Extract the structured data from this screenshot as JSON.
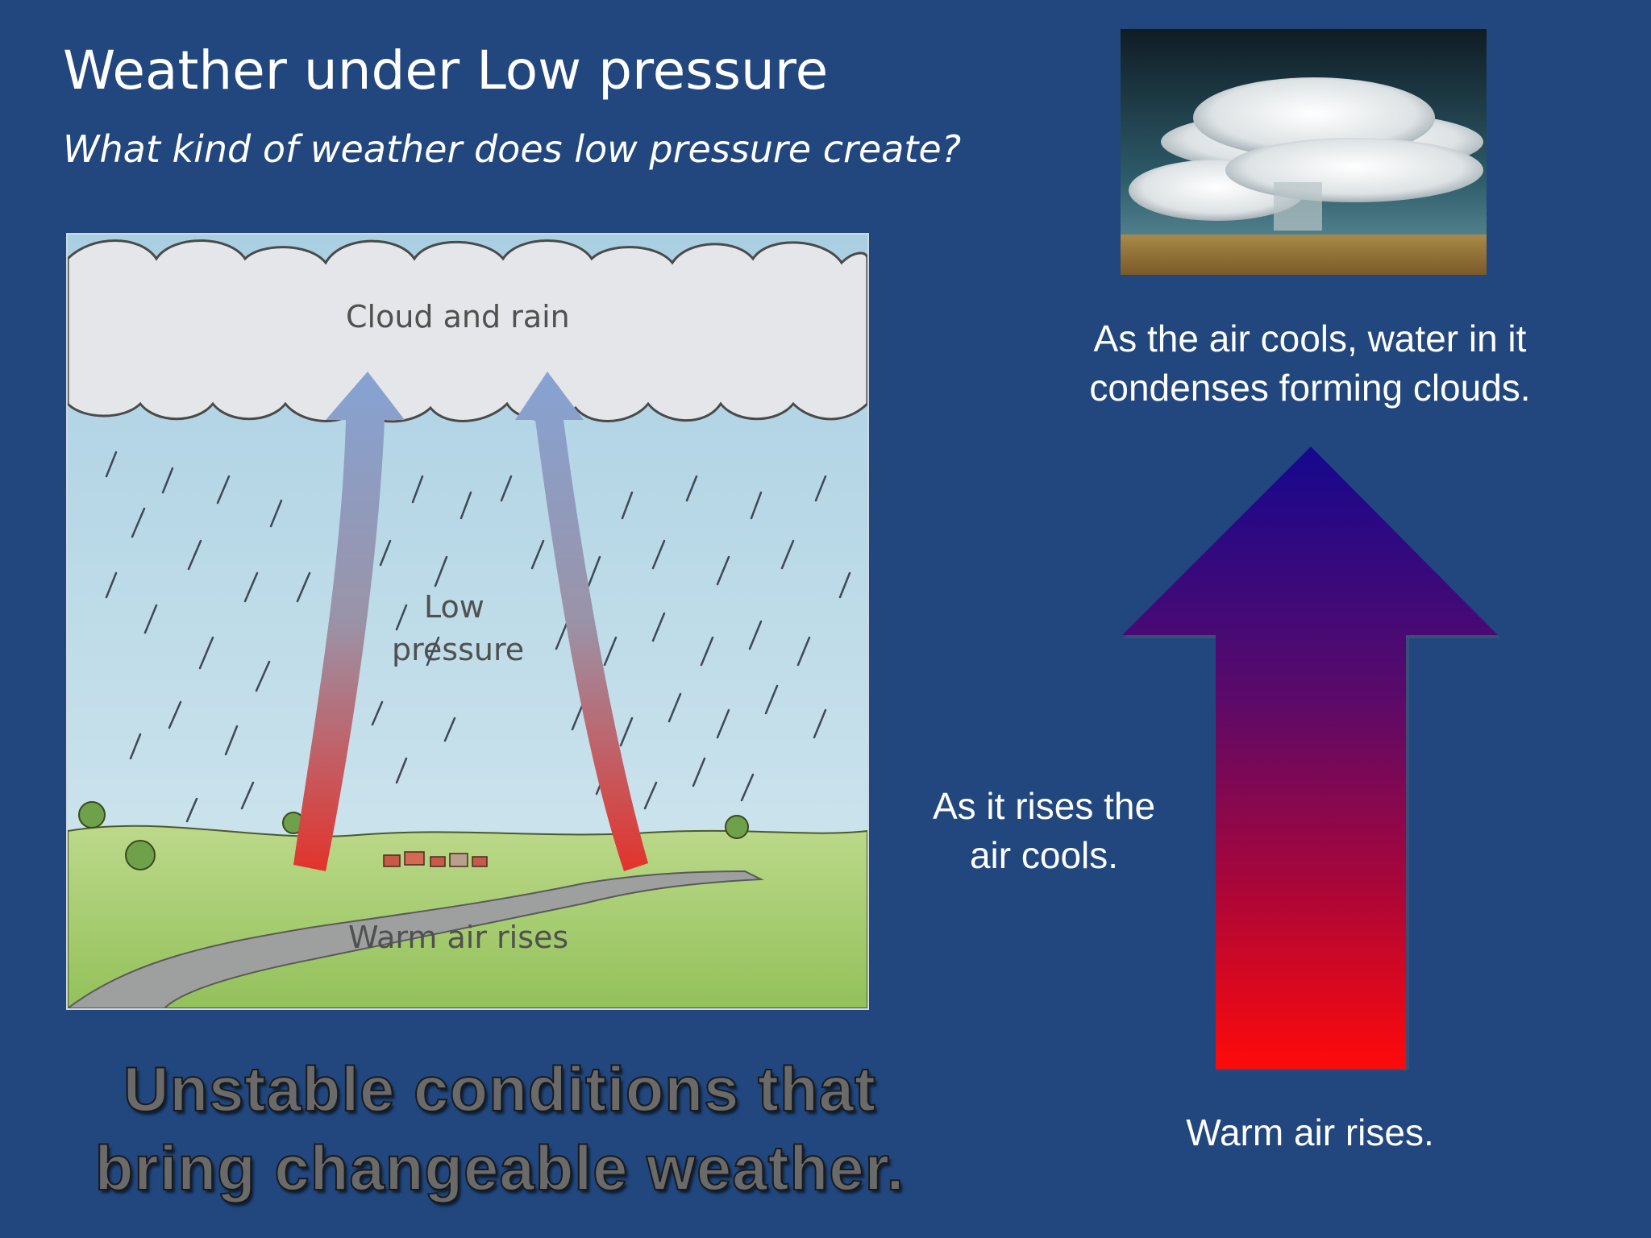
{
  "slide": {
    "title": "Weather under Low pressure",
    "subtitle": "What kind of weather does low pressure create?"
  },
  "diagram": {
    "labels": {
      "cloud": "Cloud and rain",
      "low_1": "Low",
      "low_2": "pressure",
      "warm": "Warm air rises"
    },
    "colors": {
      "sky": "#b8d8e8",
      "cloud": "#e6e8ec",
      "grass": "#a6cc6e",
      "arrow_top": "#8aa6d2",
      "arrow_bottom": "#e4332e"
    }
  },
  "photo": {
    "subject": "cumulonimbus storm cloud over plain"
  },
  "explanations": {
    "condense_1": "As the air cools, water in it",
    "condense_2": "condenses forming clouds.",
    "cools_1": "As it rises the",
    "cools_2": "air cools.",
    "warm": "Warm air rises."
  },
  "caption": {
    "line_1": "Unstable conditions that",
    "line_2": "bring changeable weather."
  },
  "arrow": {
    "top_color": "#1a0a8c",
    "bottom_color": "#ff0a0a"
  }
}
